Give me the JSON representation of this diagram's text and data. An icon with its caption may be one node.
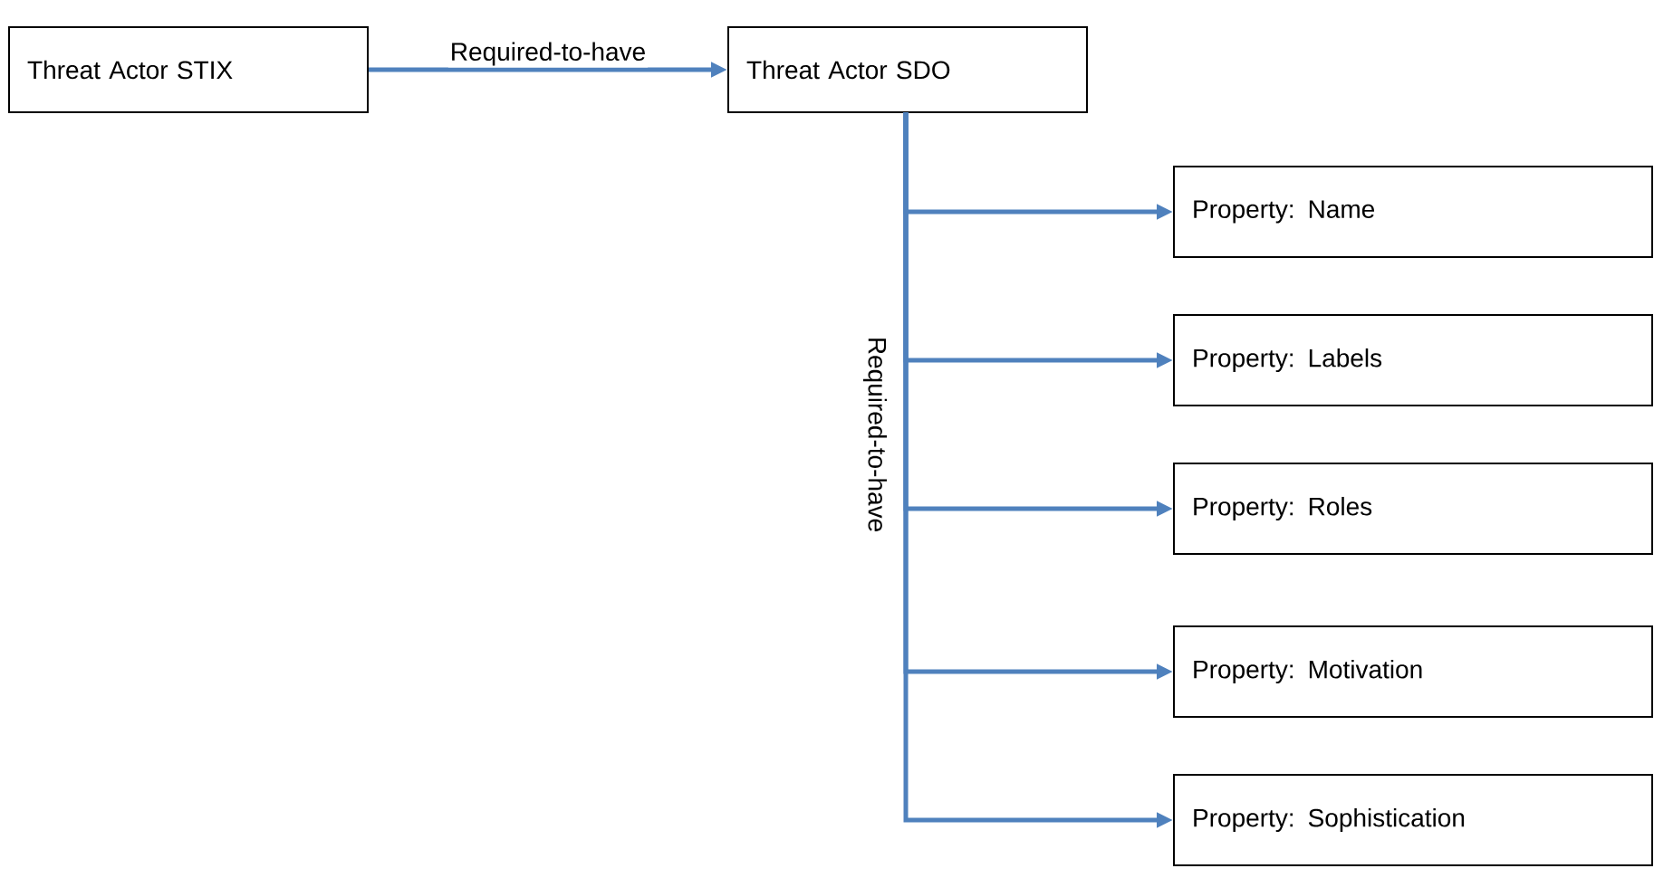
{
  "diagram": {
    "nodes": [
      {
        "text": [
          "Threat Actor STIX"
        ]
      },
      {
        "text": [
          "Threat Actor SDO"
        ]
      },
      {
        "text": [
          "Property: Name"
        ]
      },
      {
        "text": [
          "Property: Labels"
        ]
      },
      {
        "text": [
          "Property: Roles"
        ]
      },
      {
        "text": [
          "Property: Motivation"
        ]
      },
      {
        "text": [
          "Property: Sophistication"
        ]
      }
    ],
    "edges": [
      {
        "from": 0,
        "to": 1,
        "arrow": "to",
        "label": "Required-to-have"
      },
      {
        "from": 1,
        "to": 2,
        "arrow": "to"
      },
      {
        "from": 1,
        "to": 3,
        "arrow": "to"
      },
      {
        "from": 1,
        "to": 4,
        "arrow": "to"
      },
      {
        "from": 1,
        "to": 5,
        "arrow": "to"
      },
      {
        "from": 1,
        "to": 6,
        "arrow": "to",
        "label": "Required-to-have"
      }
    ]
  }
}
